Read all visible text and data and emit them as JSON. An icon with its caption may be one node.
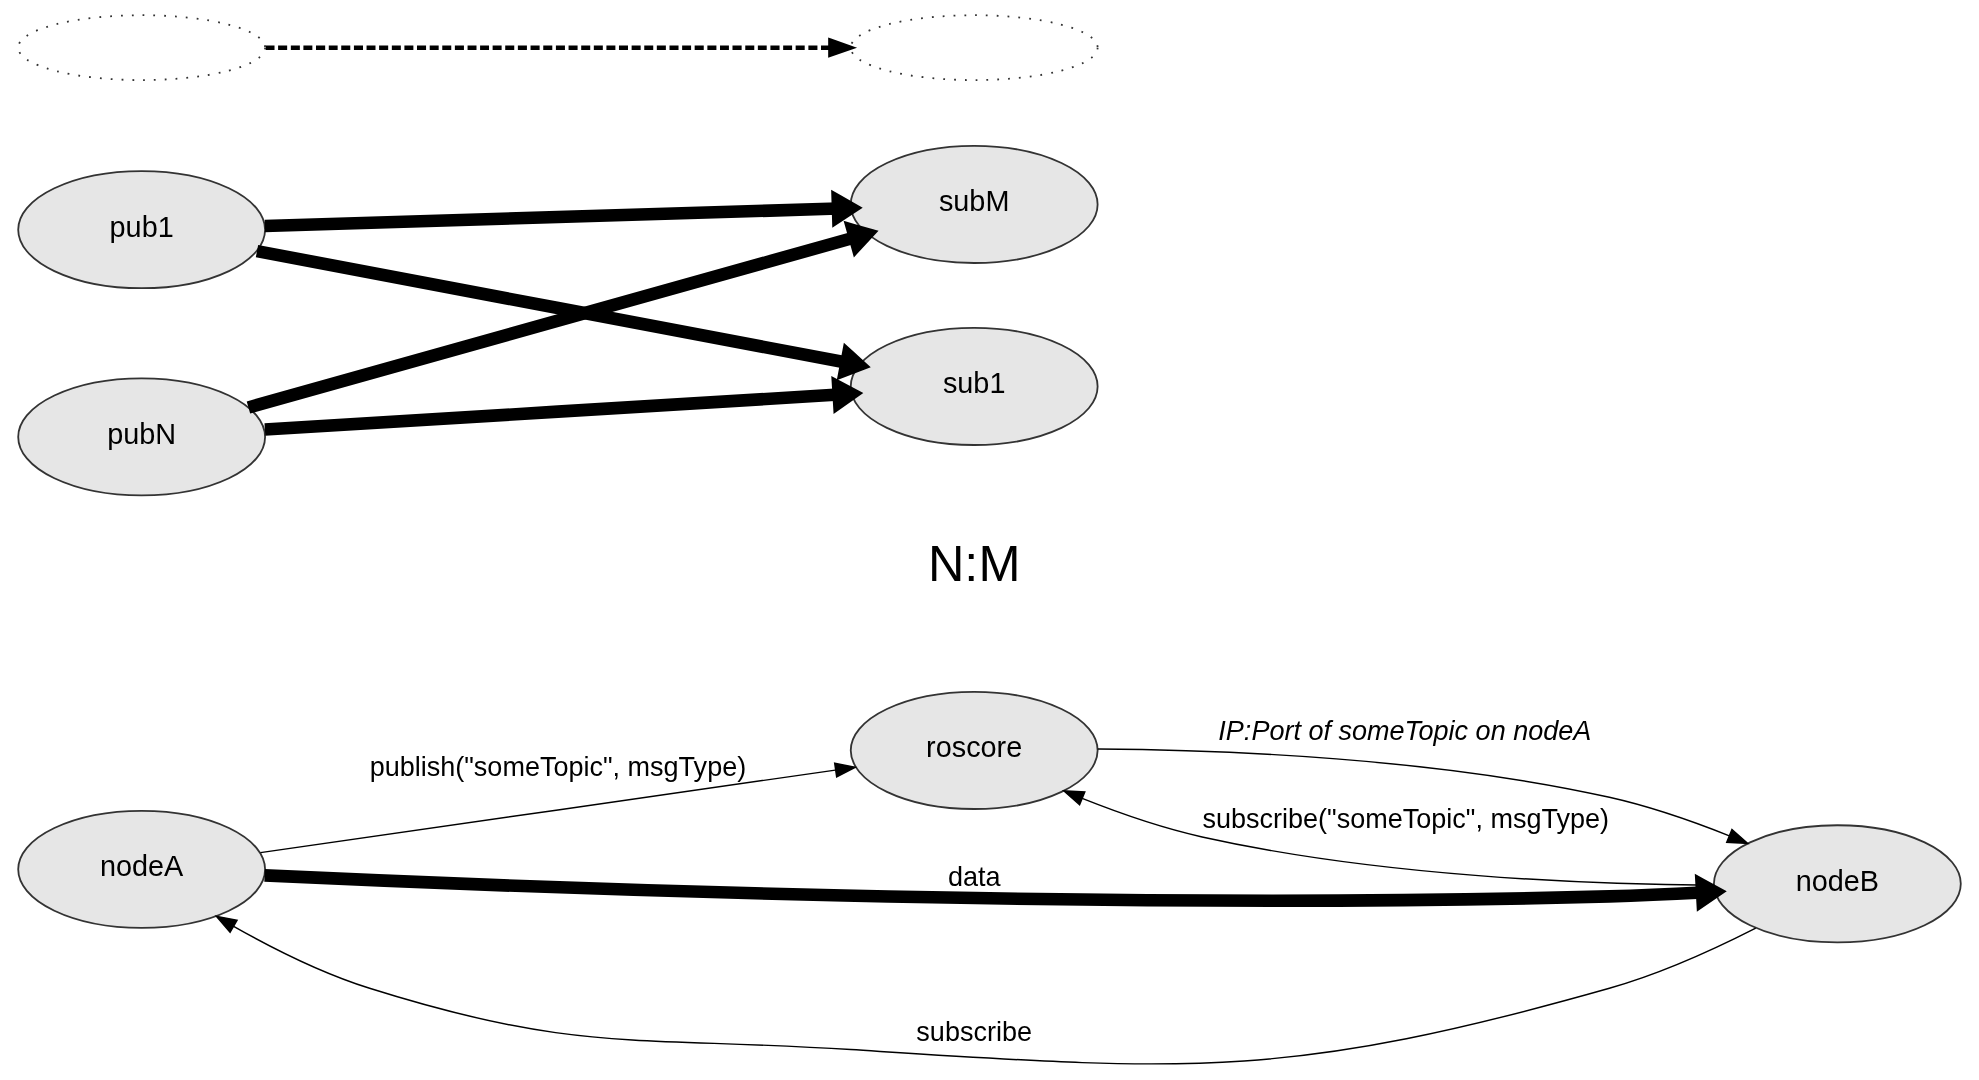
{
  "diagram": {
    "nodes": [
      {
        "text": [
          "roscore"
        ]
      },
      {
        "text": [
          "nodeA"
        ]
      },
      {
        "text": [
          "nodeB"
        ]
      },
      {
        "text": [
          "pub1"
        ]
      },
      {
        "text": [],
        "shape": "ellipse"
      },
      {
        "text": [
          "pubN"
        ]
      },
      {
        "text": [
          "sub1"
        ]
      },
      {
        "text": [],
        "shape": "ellipse"
      },
      {
        "text": [
          "subM"
        ]
      }
    ],
    "edges": [
      {
        "from": 1,
        "to": 0,
        "arrow": "to",
        "label": "publish(\"someTopic\", msgType)"
      },
      {
        "from": 2,
        "to": 0,
        "arrow": "to",
        "label": "subscribe(\"someTopic\", msgType)"
      },
      {
        "from": 0,
        "to": 2,
        "arrow": "to",
        "label": "IP:Port of someTopic on nodeA"
      },
      {
        "from": 2,
        "to": 1,
        "arrow": "to",
        "label": "subscribe"
      },
      {
        "from": 1,
        "to": 2,
        "arrow": "to",
        "label": "data",
        "style": "thick"
      },
      {
        "from": 3,
        "to": 6,
        "arrow": "to",
        "style": "thick"
      },
      {
        "from": 3,
        "to": 8,
        "arrow": "to",
        "style": "thick"
      },
      {
        "from": 4,
        "to": 7,
        "arrow": "to",
        "style": "dashed"
      },
      {
        "from": 5,
        "to": 6,
        "arrow": "to",
        "style": "thick"
      },
      {
        "from": 5,
        "to": 8,
        "arrow": "to",
        "style": "thick"
      }
    ],
    "labels": [
      "N:M"
    ]
  }
}
